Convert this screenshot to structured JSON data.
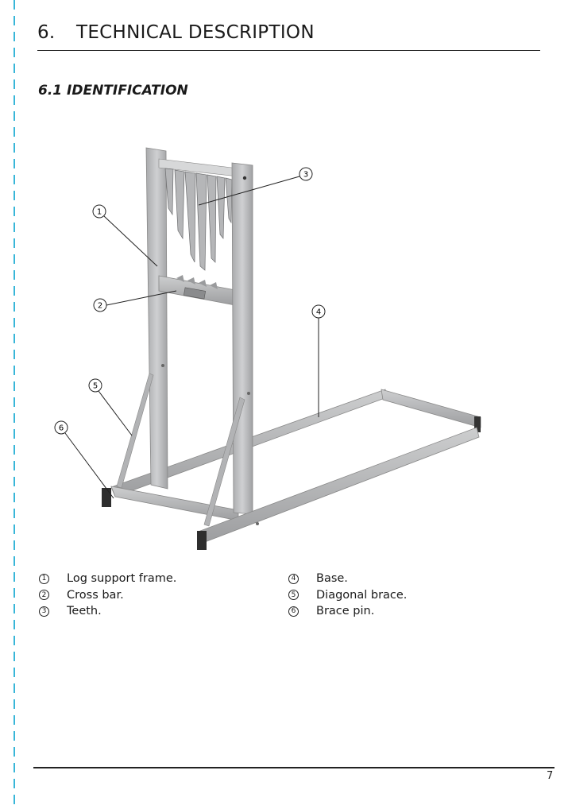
{
  "section": {
    "number": "6.",
    "title": "TECHNICAL DESCRIPTION"
  },
  "subsection": {
    "title": "6.1 IDENTIFICATION"
  },
  "callouts": [
    "1",
    "2",
    "3",
    "4",
    "5",
    "6"
  ],
  "legend": {
    "left": [
      {
        "num": "1",
        "label": "Log support frame."
      },
      {
        "num": "2",
        "label": "Cross bar."
      },
      {
        "num": "3",
        "label": "Teeth."
      }
    ],
    "right": [
      {
        "num": "4",
        "label": "Base."
      },
      {
        "num": "5",
        "label": "Diagonal brace."
      },
      {
        "num": "6",
        "label": "Brace pin."
      }
    ]
  },
  "footer": {
    "page_number": "7"
  },
  "colors": {
    "accent_dash": "#38b6d8",
    "steel": "#b9babc"
  }
}
